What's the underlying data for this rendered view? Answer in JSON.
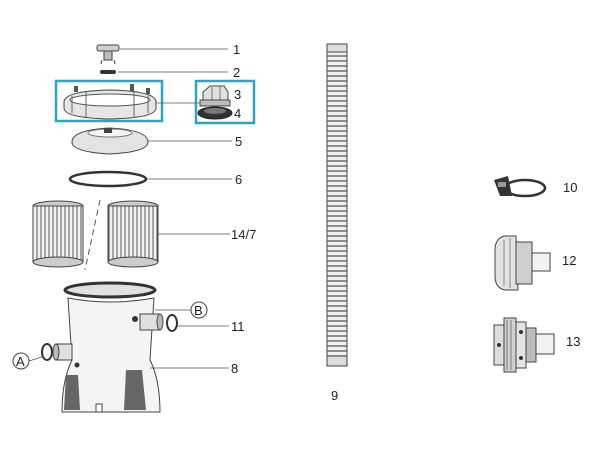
{
  "diagram": {
    "part_numbers": {
      "p1": "1",
      "p2": "2",
      "p3": "3",
      "p4": "4",
      "p5": "5",
      "p6": "6",
      "p14_7": "14/7",
      "p11": "11",
      "p8": "8",
      "p9": "9",
      "p10": "10",
      "p12": "12",
      "p13": "13"
    },
    "port_labels": {
      "a": "A",
      "b": "B"
    },
    "colors": {
      "highlight": "#2aa5c5",
      "line": "#444444",
      "part_fill": "#d9d9d9",
      "part_dark": "#555555"
    }
  }
}
